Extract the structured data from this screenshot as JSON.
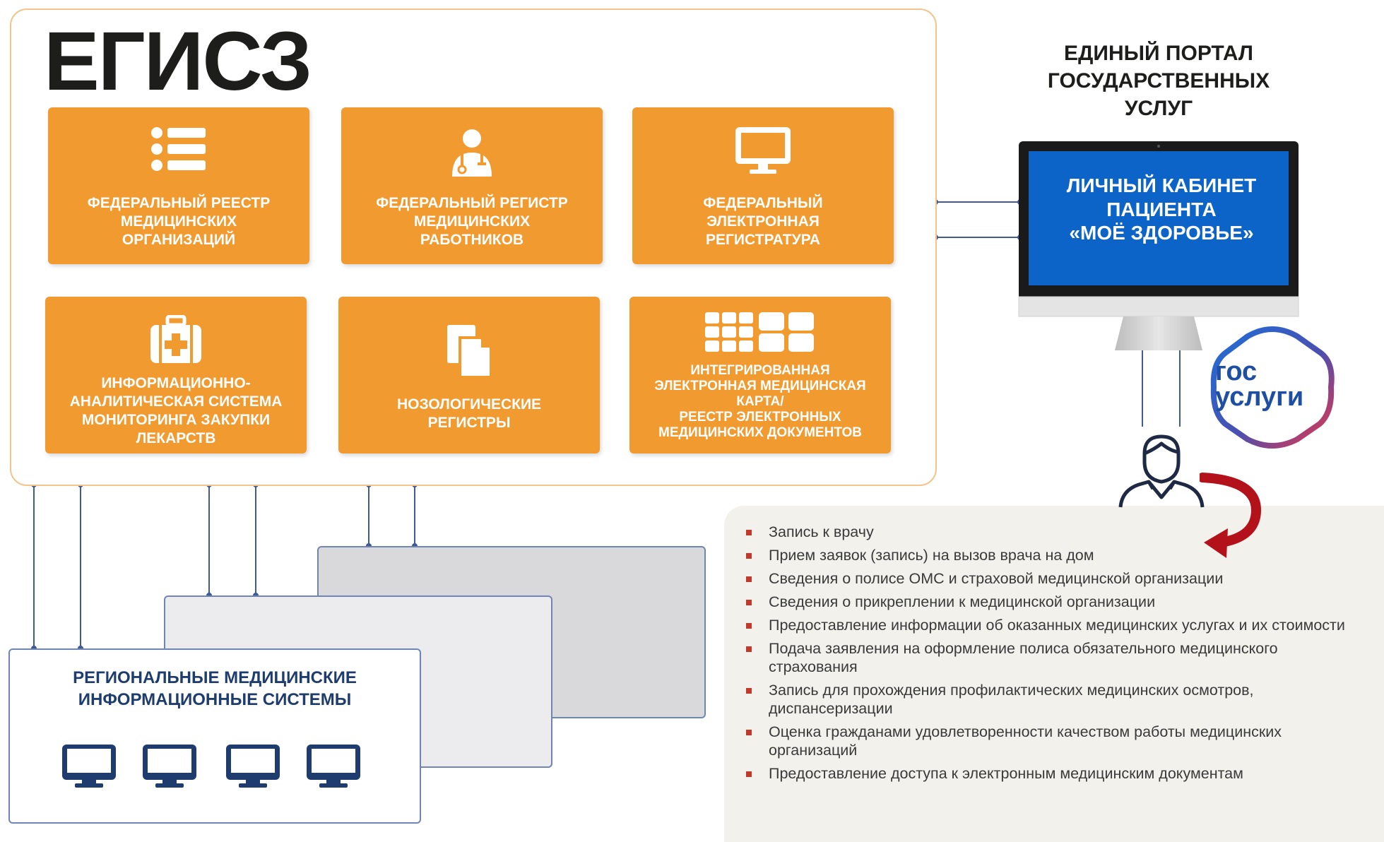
{
  "egisz": {
    "title": "ЕГИСЗ"
  },
  "tiles": [
    {
      "label": "Федеральный реестр\nмедицинских\nорганизаций",
      "icon": "list-icon"
    },
    {
      "label": "Федеральный регистр\nмедицинских\nработников",
      "icon": "doctor-icon"
    },
    {
      "label": "Федеральный\nэлектронная\nрегистратура",
      "icon": "monitor-icon"
    },
    {
      "label": "Информационно-\nаналитическая система\nмониторинга закупки\nлекарств",
      "icon": "medkit-icon"
    },
    {
      "label": "Нозологические\nрегистры",
      "icon": "documents-icon"
    },
    {
      "label": "Интегрированная\nэлектронная медицинская\nкарта/\nреестр электронных\nмедицинских документов",
      "icon": "grid-icon"
    }
  ],
  "regional": {
    "label": "РЕГИОНАЛЬНЫЕ МЕДИЦИНСКИЕ\nИНФОРМАЦИОННЫЕ СИСТЕМЫ"
  },
  "portal": {
    "title": "ЕДИНЫЙ ПОРТАЛ\nГОСУДАРСТВЕННЫХ\nУСЛУГ",
    "screen_label": "ЛИЧНЫЙ КАБИНЕТ\nПАЦИЕНТА\n«МОЁ ЗДОРОВЬЕ»",
    "logo_line1": "гос",
    "logo_line2": "услуги"
  },
  "services": [
    "Запись к врачу",
    "Прием заявок (запись) на вызов врача на дом",
    "Сведения о полисе ОМС и страховой медицинской организации",
    "Сведения о прикреплении к медицинской организации",
    "Предоставление информации об оказанных медицинских услугах и их стоимости",
    "Подача заявления на оформление полиса обязательного медицинского страхования",
    "Запись для прохождения профилактических медицинских осмотров, диспансеризации",
    "Оценка гражданами удовлетворенности качеством работы медицинских организаций",
    "Предоставление доступа к  электронным  медицинским  документам"
  ],
  "colors": {
    "orange": "#f19a30",
    "navy": "#1e3d6e",
    "screen_blue": "#0c63c8",
    "bullet_red": "#c0392b",
    "arrow_red": "#b3121b"
  }
}
